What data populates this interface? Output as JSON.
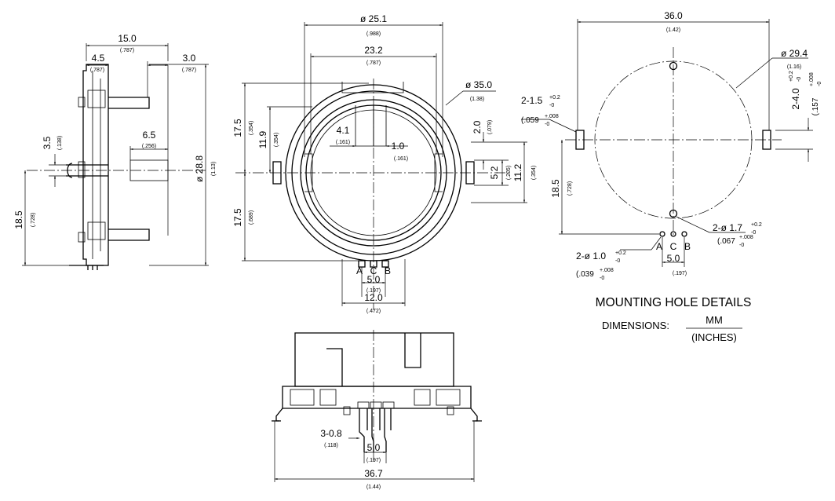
{
  "side_view": {
    "w_15_0": "15.0",
    "w_15_0_in": "(.787)",
    "w_4_5": "4.5",
    "w_4_5_in": "(.787)",
    "w_3_0": "3.0",
    "w_3_0_in": "(.787)",
    "h_3_5": "3.5",
    "h_3_5_in": "(.138)",
    "w_6_5": "6.5",
    "w_6_5_in": "(.256)",
    "dia_28_8": "ø 28.8",
    "dia_28_8_in": "(1.13)",
    "h_18_5": "18.5",
    "h_18_5_in": "(.728)"
  },
  "front_view": {
    "dia_25_1": "ø 25.1",
    "dia_25_1_in": "(.988)",
    "w_23_2": "23.2",
    "w_23_2_in": "(.787)",
    "dia_35_0": "ø 35.0",
    "dia_35_0_in": "(1.38)",
    "h_17_5_top": "17.5",
    "h_17_5_top_in": "(.354)",
    "h_11_9": "11.9",
    "h_11_9_in": "(.354)",
    "w_4_1": "4.1",
    "w_4_1_in": "(.161)",
    "w_1_0": "1.0",
    "w_1_0_in": "(.161)",
    "h_2_0": "2.0",
    "h_2_0_in": "(.079)",
    "h_5_2": "5.2",
    "h_5_2_in": "(.205)",
    "h_11_2": "11.2",
    "h_11_2_in": "(.354)",
    "h_17_5_bot": "17.5",
    "h_17_5_bot_in": "(.689)",
    "pin_a": "A",
    "pin_c": "C",
    "pin_b": "B",
    "w_5_0": "5.0",
    "w_5_0_in": "(.197)",
    "w_12_0": "12.0",
    "w_12_0_in": "(.472)"
  },
  "bottom_view": {
    "pin_3_0_8": "3-0.8",
    "pin_3_0_8_in": "(.118)",
    "w_5_0": "5.0",
    "w_5_0_in": "(.197)",
    "w_36_7": "36.7",
    "w_36_7_in": "(1.44)"
  },
  "mounting": {
    "w_36_0": "36.0",
    "w_36_0_in": "(1.42)",
    "dia_29_4": "ø 29.4",
    "dia_29_4_in": "(1.16)",
    "slot_2_1_5": "2-1.5",
    "slot_2_1_5_tol_up": "+0.2",
    "slot_2_1_5_tol_dn": "-0",
    "slot_2_1_5_in": "(.059",
    "slot_2_1_5_in_up": "+.008",
    "slot_2_1_5_in_dn": "-0",
    "slot_2_4_0": "2-4.0",
    "slot_2_4_0_tol_up": "+0.2",
    "slot_2_4_0_tol_dn": "-0",
    "slot_2_4_0_in": "(.157",
    "slot_2_4_0_in_up": "+.008",
    "slot_2_4_0_in_dn": "-0",
    "h_18_5": "18.5",
    "h_18_5_in": "(.728)",
    "hole_2_1_7": "2-ø 1.7",
    "hole_2_1_7_tol_up": "+0.2",
    "hole_2_1_7_tol_dn": "-0",
    "hole_2_1_7_in": "(.067",
    "hole_2_1_7_in_up": "+.008",
    "hole_2_1_7_in_dn": "-0",
    "hole_2_1_0": "2-ø 1.0",
    "hole_2_1_0_tol_up": "+0.2",
    "hole_2_1_0_tol_dn": "-0",
    "hole_2_1_0_in": "(.039",
    "hole_2_1_0_in_up": "+.008",
    "hole_2_1_0_in_dn": "-0",
    "pin_a": "A",
    "pin_c": "C",
    "pin_b": "B",
    "w_5_0": "5.0",
    "w_5_0_in": "(.197)",
    "title": "MOUNTING HOLE DETAILS",
    "dimensions_label": "DIMENSIONS:",
    "unit_mm": "MM",
    "unit_inches": "(INCHES)"
  }
}
